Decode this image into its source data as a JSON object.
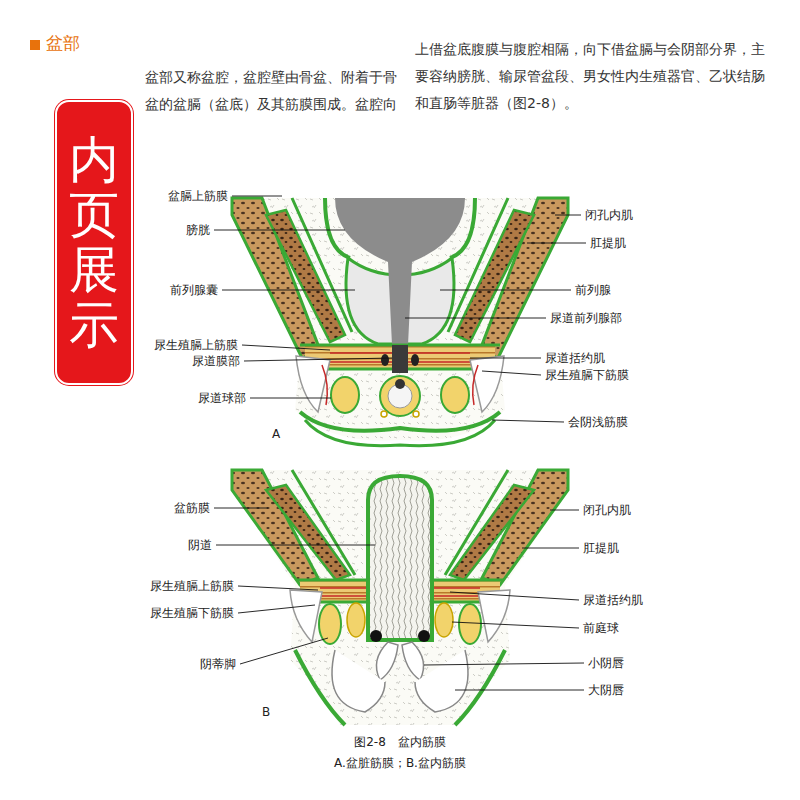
{
  "diagram": {
    "title": "盆部",
    "caption": "图2-8　盆内筋膜",
    "nodes": [
      {
        "text": [
          "内页展示"
        ]
      }
    ],
    "labels": [
      "盆部又称盆腔，盆腔壁由骨盆、附着于骨盆的盆膈（盆底）及其筋膜围成。盆腔向",
      "上借盆底腹膜与腹腔相隔，向下借盆膈与会阴部分界，主要容纳膀胱、输尿管盆段、男女性内生殖器官、乙状结肠和直肠等脏器（图2-8）。",
      "盆膈上筋膜",
      "膀胱",
      "前列腺囊",
      "尿生殖膈上筋膜",
      "尿道膜部",
      "尿道球部",
      "闭孔内肌",
      "肛提肌",
      "前列腺",
      "尿道前列腺部",
      "尿道括约肌",
      "尿生殖膈下筋膜",
      "会阴浅筋膜",
      "A",
      "盆筋膜",
      "阴道",
      "尿生殖膈上筋膜",
      "尿生殖膈下筋膜",
      "阴蒂脚",
      "闭孔内肌",
      "肛提肌",
      "尿道括约肌",
      "前庭球",
      "小阴唇",
      "大阴唇",
      "B",
      "A.盆脏筋膜；B.盆内筋膜"
    ]
  }
}
